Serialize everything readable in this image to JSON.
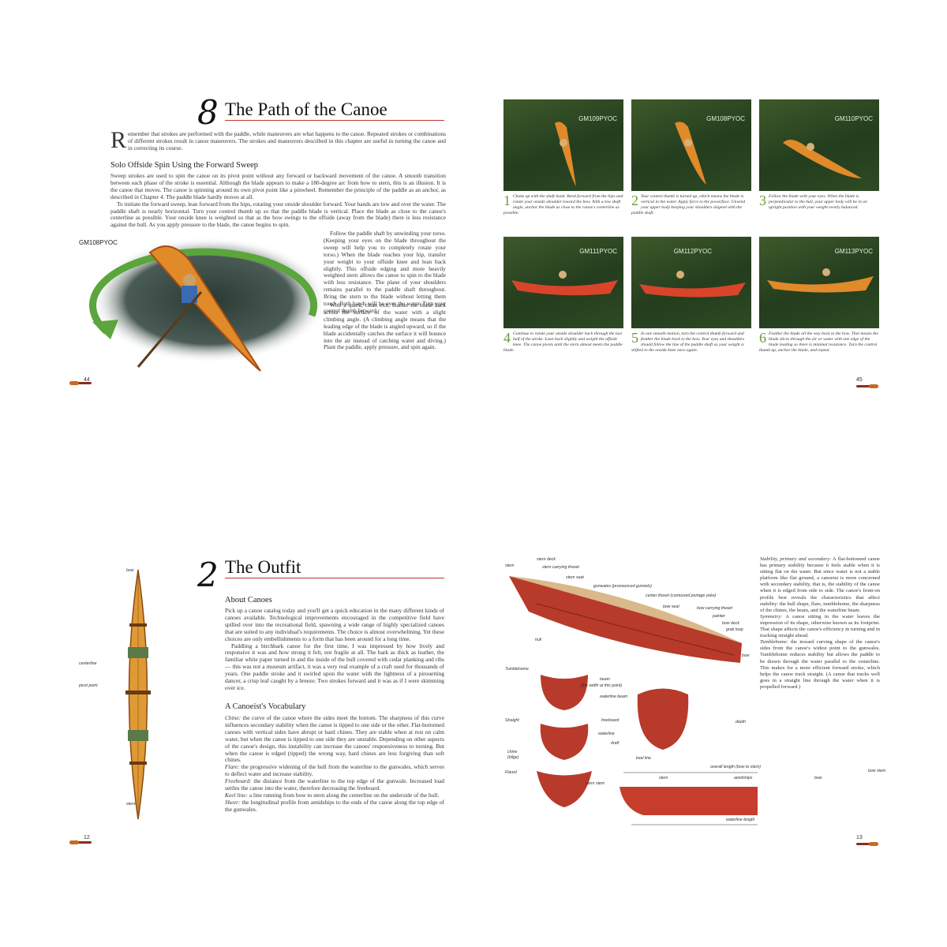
{
  "top_left": {
    "chapter_number": "8",
    "chapter_title": "The Path of the Canoe",
    "drop_cap": "R",
    "intro": "emember that strokes are performed with the paddle, while maneuvers are what happens to the canoe. Repeated strokes or combinations of different strokes result in canoe maneuvers. The strokes and maneuvers described in this chapter are useful in turning the canoe and in correcting its course.",
    "section_heading": "Solo Offside Spin Using the Forward Sweep",
    "p1": "Sweep strokes are used to spin the canoe on its pivot point without any forward or backward movement of the canoe. A smooth transition between each phase of the stroke is essential. Although the blade appears to make a 180-degree arc from bow to stern, this is an illusion. It is the canoe that moves. The canoe is spinning around its own pivot point like a pinwheel. Remember the principle of the paddle as an anchor, as described in Chapter 4. The paddle blade hardly moves at all.",
    "p2": "To initiate the forward sweep, lean forward from the hips, rotating your onside shoulder forward. Your hands are low and over the water. The paddle shaft is nearly horizontal. Turn your control thumb up so that the paddle blade is vertical. Place the blade as close to the canoe's centerline as possible. Your onside knee is weighted so that as the bow swings to the offside (away from the blade) there is less resistance against the hull. As you apply pressure to the blade, the canoe begins to spin.",
    "p3": "Follow the paddle shaft by unwinding your torso. (Keeping your eyes on the blade throughout the sweep will help you to completely rotate your torso.) When the blade reaches your hip, transfer your weight to your offside knee and lean back slightly. This offside edging and more heavily weighted stern allows the canoe to spin to the blade with less resistance. The plane of your shoulders remains parallel to the paddle shaft throughout. Bring the stern to the blade without letting them touch. Both hands will be over the water. Turn your control thumb forward.",
    "p4": "With a quick, clean exit, feather the blade back across the surface of the water with a slight climbing angle. (A climbing angle means that the leading edge of the blade is angled upward, so if the blade accidentally catches the surface it will bounce into the air instead of catching water and diving.) Plant the paddle, apply pressure, and spin again.",
    "photo_code": "GM108PYOC",
    "page_number": "44"
  },
  "top_right": {
    "photos": [
      {
        "code": "GM109PYOC",
        "num": "1",
        "caption": "Choke up with the shaft hand. Bend forward from the hips and rotate your onside shoulder toward the bow. With a low shaft angle, anchor the blade as close to the canoe's centerline as possible."
      },
      {
        "code": "GM108PYOC",
        "num": "2",
        "caption": "Your control thumb is turned up, which means the blade is vertical in the water. Apply force to the powerface. Unwind your upper body keeping your shoulders aligned with the paddle shaft."
      },
      {
        "code": "GM110PYOC",
        "num": "3",
        "caption": "Follow the blade with your eyes. When the blade is perpendicular to the hull, your upper body will be in an upright position with your weight evenly balanced."
      },
      {
        "code": "GM111PYOC",
        "num": "4",
        "caption": "Continue to rotate your onside shoulder back through the last half of the stroke. Lean back slightly and weight the offside knee. The canoe pivots until the stern almost meets the paddle blade."
      },
      {
        "code": "GM112PYOC",
        "num": "5",
        "caption": "In one smooth motion, turn the control thumb forward and feather the blade back to the bow. Your eyes and shoulders should follow the line of the paddle shaft as your weight is shifted to the onside knee once again."
      },
      {
        "code": "GM113PYOC",
        "num": "6",
        "caption": "Feather the blade all the way back to the bow. That means the blade slices through the air or water with one edge of the blade leading so there is minimal resistance. Turn the control thumb up, anchor the blade, and repeat."
      }
    ],
    "page_number": "45"
  },
  "bottom_left": {
    "chapter_number": "2",
    "chapter_title": "The Outfit",
    "diagram_labels": {
      "bow": "bow",
      "centerline": "centerline",
      "pivot": "pivot point",
      "stern": "stern"
    },
    "h1": "About Canoes",
    "p1": "Pick up a canoe catalog today and you'll get a quick education in the many different kinds of canoes available. Technological improvements encouraged in the competitive field have spilled over into the recreational field, spawning a wide range of highly specialized canoes that are suited to any individual's requirements. The choice is almost overwhelming. Yet these choices are only embellishments to a form that has been around for a long time.",
    "p2": "Paddling a birchbark canoe for the first time, I was impressed by how lively and responsive it was and how strong it felt, not fragile at all. The bark as thick as leather, the familiar white paper turned in and the inside of the hull covered with cedar planking and ribs — this was not a museum artifact, it was a very real example of a craft used for thousands of years. One paddle stroke and it swirled upon the water with the lightness of a pirouetting dancer, a crisp leaf caught by a breeze. Two strokes forward and it was as if I were skimming over ice.",
    "h2": "A Canoeist's Vocabulary",
    "vocab": [
      {
        "term": "Chine:",
        "def": "the curve of the canoe where the sides meet the bottom. The sharpness of this curve influences secondary stability when the canoe is tipped to one side or the other. Flat-bottomed canoes with vertical sides have abrupt or hard chines. They are stable when at rest on calm water, but when the canoe is tipped to one side they are unstable. Depending on other aspects of the canoe's design, this instability can increase the canoes' responsiveness to turning. But when the canoe is edged (tipped) the wrong way, hard chines are less forgiving than soft chines."
      },
      {
        "term": "Flare:",
        "def": "the progressive widening of the hull from the waterline to the gunwales, which serves to deflect water and increase stability."
      },
      {
        "term": "Freeboard:",
        "def": "the distance from the waterline to the top edge of the gunwale. Increased load settles the canoe into the water, therefore decreasing the freeboard."
      },
      {
        "term": "Keel line:",
        "def": "a line running from bow to stern along the centerline on the underside of the hull."
      },
      {
        "term": "Sheer:",
        "def": "the longitudinal profile from amidships to the ends of the canoe along the top edge of the gunwales."
      }
    ],
    "page_number": "12"
  },
  "bottom_right": {
    "labels": {
      "stern": "stern",
      "stern_deck": "stern deck",
      "stern_thwart": "stern carrying thwart",
      "stern_seat": "stern seat",
      "gunwales": "gunwales (pronounced gunnels)",
      "center_thwart": "center thwart (contoured portage yoke)",
      "bow_seat": "bow seat",
      "bow_thwart": "bow carrying thwart",
      "painter": "painter",
      "bow_deck": "bow deck",
      "grab_loop": "grab loop",
      "bow": "bow",
      "hull": "hull",
      "tumblehome": "Tumblehome",
      "beam": "beam",
      "beam_note": "(the width at this point)",
      "waterline_beam": "waterline beam",
      "straight": "Straight",
      "freeboard": "freeboard",
      "waterline": "waterline",
      "draft": "draft",
      "depth": "depth",
      "chine": "chine",
      "chine_note": "(bilge)",
      "keel_line": "keel line",
      "flared": "Flared",
      "overall_length": "overall length (bow to stern)",
      "bow_stem": "bow stem",
      "stern_stem": "stern stem",
      "stern2": "stern",
      "amidships": "amidships",
      "bow2": "bow",
      "waterline_length": "waterline length"
    },
    "vocab": [
      {
        "term": "Stability, primary and secondary:",
        "def": "A flat-bottomed canoe has primary stability because it feels stable when it is sitting flat on the water. But since water is not a stable platform like flat ground, a canoeist is more concerned with secondary stability, that is, the stability of the canoe when it is edged from side to side. The canoe's front-on profile best reveals the characteristics that affect stability: the hull shape, flare, tumblehome, the sharpness of the chines, the beam, and the waterline beam."
      },
      {
        "term": "Symmetry:",
        "def": "A canoe sitting in the water leaves the impression of its shape, otherwise known as its footprint. That shape affects the canoe's efficiency in turning and in tracking straight ahead."
      },
      {
        "term": "Tumblehome:",
        "def": "the inward curving shape of the canoe's sides from the canoe's widest point to the gunwales. Tumblehome reduces stability but allows the paddle to be drawn through the water parallel to the centerline. This makes for a more efficient forward stroke, which helps the canoe track straight. (A canoe that tracks well goes in a straight line through the water when it is propelled forward.)"
      }
    ],
    "page_number": "13"
  }
}
